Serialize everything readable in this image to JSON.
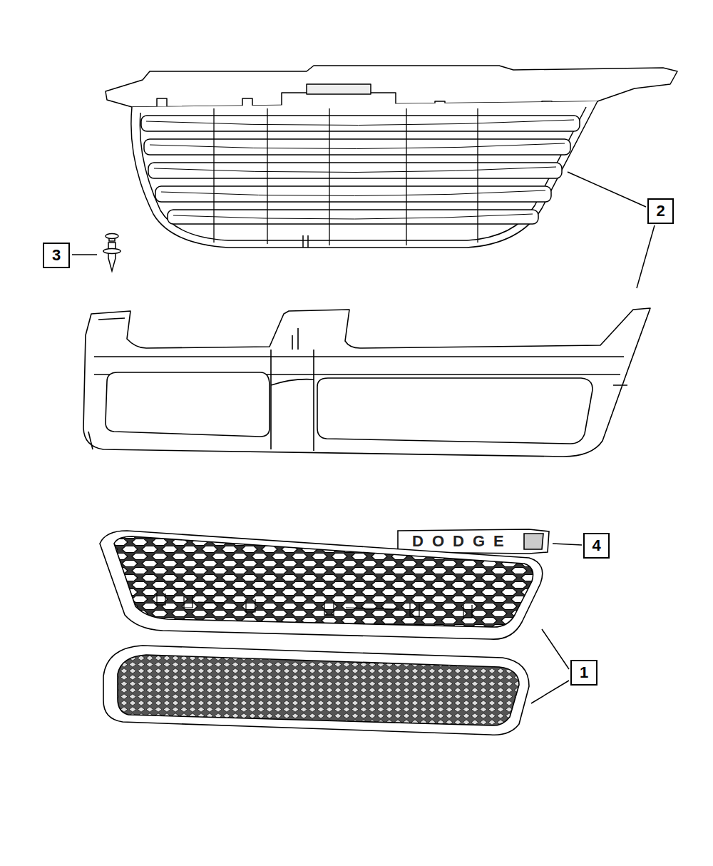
{
  "diagram": {
    "nodes": [
      {
        "text": [
          "2"
        ]
      },
      {
        "text": [
          "3"
        ]
      },
      {
        "text": [
          "4"
        ]
      },
      {
        "text": [
          "1"
        ]
      }
    ],
    "labels": [
      "DODGE"
    ]
  }
}
